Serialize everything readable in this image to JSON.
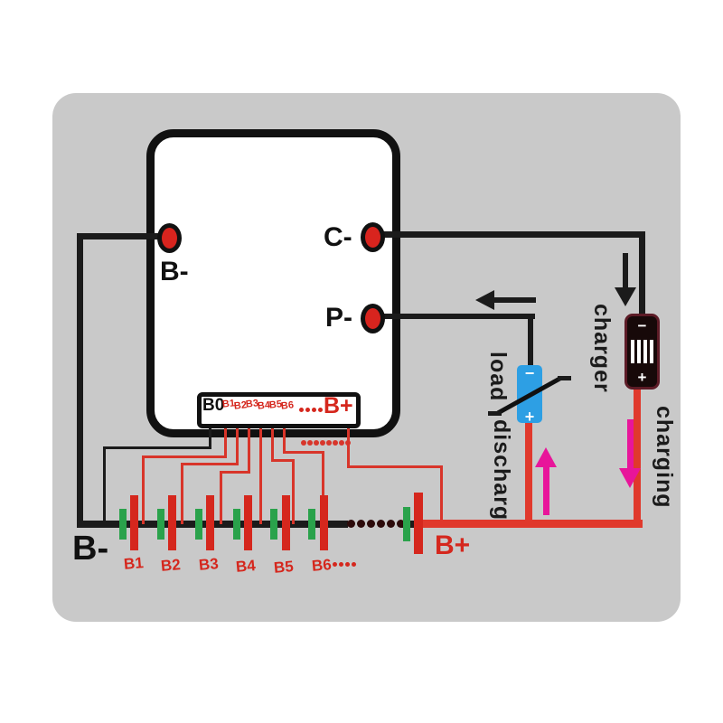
{
  "title": "BMS battery wiring diagram",
  "board": {
    "b_minus": "B-",
    "c_minus": "C-",
    "p_minus": "P-"
  },
  "connector": {
    "b0": "B0",
    "pins": [
      "B1",
      "B2",
      "B3",
      "B4",
      "B5",
      "B6"
    ],
    "b_plus": "B+"
  },
  "battery": {
    "cell_labels": [
      "B1",
      "B2",
      "B3",
      "B4",
      "B5",
      "B6"
    ],
    "b_minus": "B-",
    "b_plus": "B+"
  },
  "labels": {
    "load": "load",
    "discharge": "discharg",
    "charger": "charger",
    "charging": "charging"
  },
  "symbols": {
    "minus": "−",
    "plus": "+"
  },
  "ellipsis": {
    "connector_dots": 4,
    "sense_dots": 8,
    "chain_dots": 6,
    "label_dots": 4
  },
  "colors": {
    "panel": "#c9c9c9",
    "wire-black": "#1b1b1b",
    "wire-red": "#d8352a",
    "thick-red": "#e0392c",
    "cell-green": "#2aa24b",
    "cell-red": "#d5271d",
    "label-red": "#d5271d",
    "magenta": "#e8159a",
    "switch-blue": "#2d9fe4",
    "charger-fill": "#170909",
    "charger-border": "#5c1b26",
    "terminal-red": "#d8241e",
    "board-border": "#111111",
    "chain-dot": "#2d0b0b"
  }
}
